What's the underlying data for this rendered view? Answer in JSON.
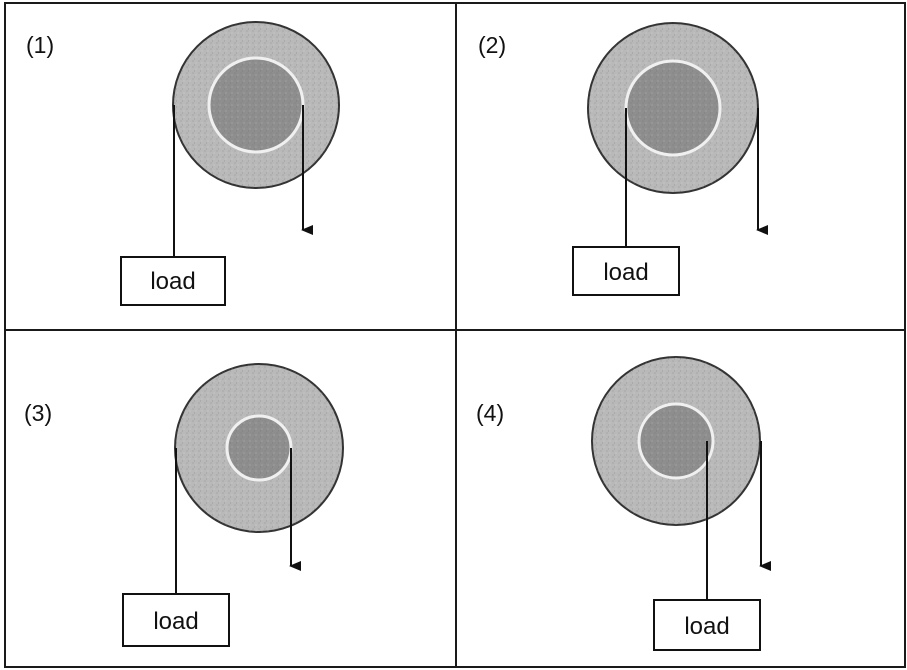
{
  "panels": [
    {
      "label": "(1)",
      "load_label": "load"
    },
    {
      "label": "(2)",
      "load_label": "load"
    },
    {
      "label": "(3)",
      "load_label": "load"
    },
    {
      "label": "(4)",
      "load_label": "load"
    }
  ],
  "colors": {
    "wheel_outer": "#b9b9b9",
    "wheel_inner": "#8e8e8e",
    "line": "#111111",
    "border": "#1a1a1a"
  }
}
